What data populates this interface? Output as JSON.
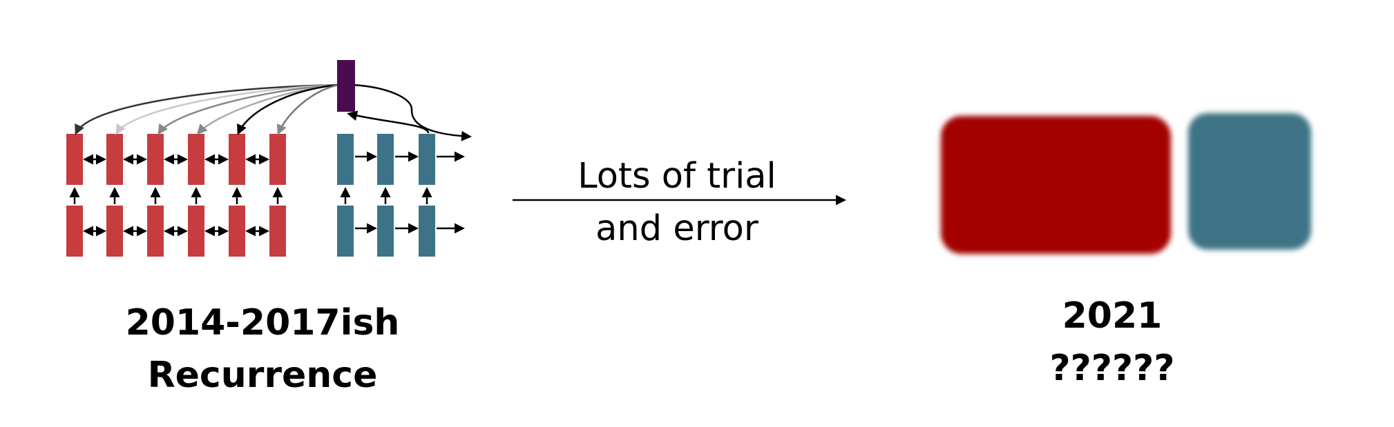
{
  "left_caption": {
    "line1": "2014-2017ish",
    "line2": "Recurrence"
  },
  "arrow_caption": {
    "line1": "Lots of trial",
    "line2": "and error"
  },
  "right_caption": {
    "line1": "2021",
    "line2": "??????"
  },
  "colors": {
    "encoder": "#c63c3f",
    "decoder": "#3d7388",
    "attention_query": "#4a0c4f",
    "future_block_left": "#a30000",
    "future_block_right": "#3d7385"
  }
}
